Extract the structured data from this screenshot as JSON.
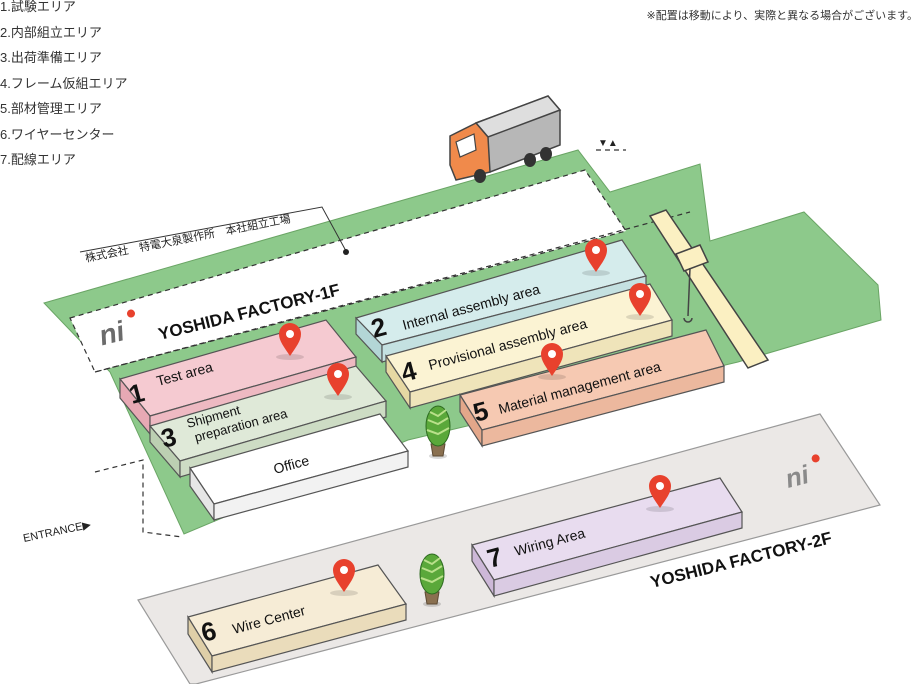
{
  "legend": [
    "1.試験エリア",
    "2.内部組立エリア",
    "3.出荷準備エリア",
    "4.フレーム仮組エリア",
    "5.部材管理エリア",
    "6.ワイヤーセンター",
    "7.配線エリア"
  ],
  "note": "※配置は移動により、実際と異なる場合がございます。",
  "factory1": {
    "title": "YOSHIDA  FACTORY-1F",
    "company": "株式会社　特電大泉製作所　本社組立工場",
    "entrance": "ENTRANCE▶",
    "truck_marker": "▼▲"
  },
  "factory2": {
    "title": "YOSHIDA   FACTORY-2F"
  },
  "areas": {
    "test": {
      "num": "1",
      "label": "Test area"
    },
    "internal": {
      "num": "2",
      "label": "Internal assembly area"
    },
    "shipment": {
      "num": "3",
      "label1": "Shipment",
      "label2": "preparation area"
    },
    "provisional": {
      "num": "4",
      "label": "Provisional assembly area"
    },
    "material": {
      "num": "5",
      "label": "Material management area"
    },
    "wire": {
      "num": "6",
      "label": "Wire Center"
    },
    "wiring": {
      "num": "7",
      "label": "Wiring Area"
    },
    "office": {
      "label": "Office"
    }
  },
  "colors": {
    "ground": "#8dc98b",
    "floor2": "#ebe8e6",
    "test": "#f5cad1",
    "internal": "#d5ecec",
    "shipment": "#dfe9d8",
    "provisional": "#fbf3d3",
    "material": "#f6c9b2",
    "wire": "#f6ecd6",
    "wiring": "#e8dcef",
    "office": "#ffffff",
    "pin": "#e8412d",
    "brand": "#e8412d"
  }
}
